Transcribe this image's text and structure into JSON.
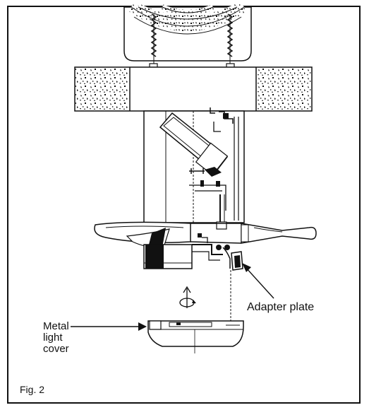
{
  "figure": {
    "caption": "Fig. 2"
  },
  "labels": {
    "adapter_plate": "Adapter plate",
    "metal_light_cover": [
      "Metal",
      "light",
      "cover"
    ]
  },
  "colors": {
    "line": "#111111",
    "background": "#ffffff",
    "fill": "#ffffff"
  }
}
